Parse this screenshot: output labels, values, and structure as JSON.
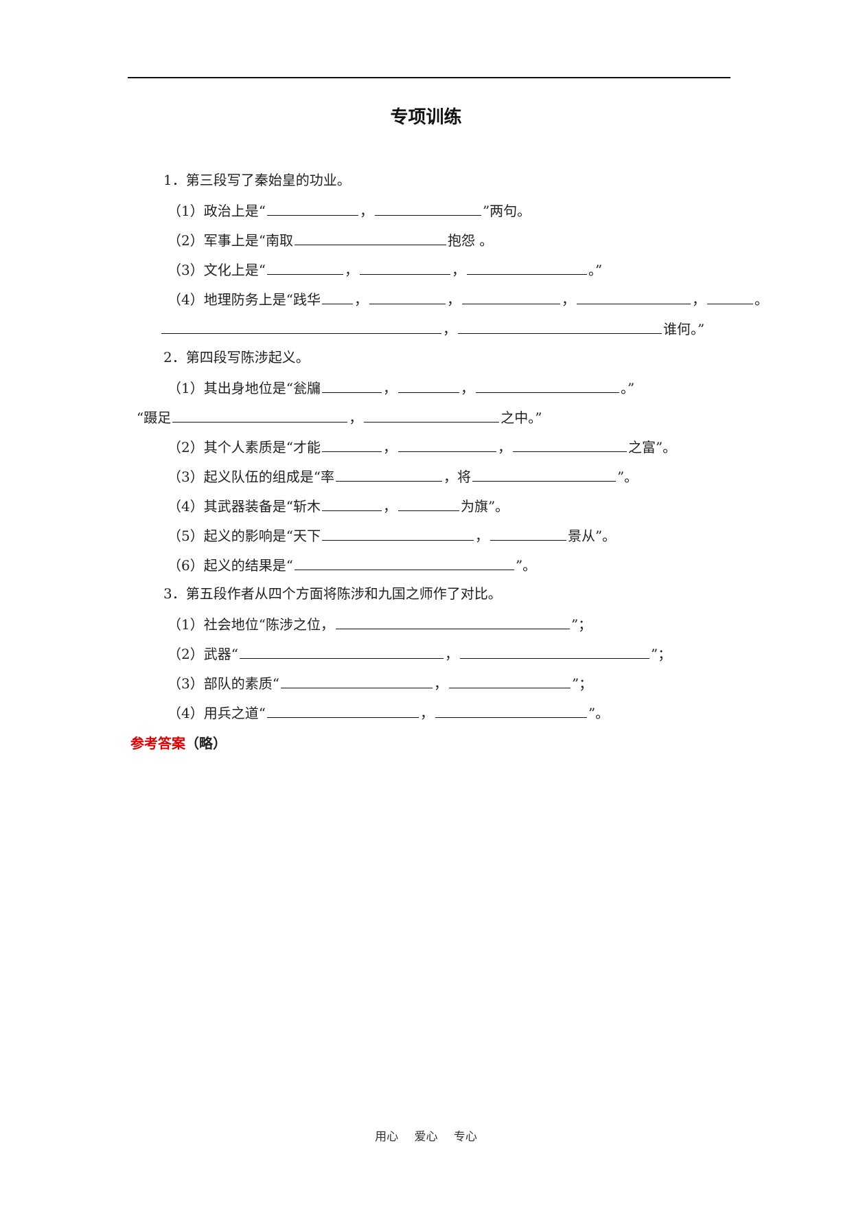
{
  "title": "专项训练",
  "lines": [
    {
      "id": "q1",
      "parts": [
        "1．第三段写了秦始皇的功业。"
      ]
    },
    {
      "id": "q1-1",
      "parts": [
        "（1）政治上是“",
        "，",
        "”两句。"
      ]
    },
    {
      "id": "q1-2",
      "parts": [
        "（2）军事上是“南取",
        "抱怨 。"
      ]
    },
    {
      "id": "q1-3",
      "parts": [
        "（3）文化上是“",
        "，",
        "，",
        "。”"
      ]
    },
    {
      "id": "q1-4",
      "parts": [
        "（4）地理防务上是“践华",
        "，",
        "，",
        "，",
        "，",
        "。"
      ]
    },
    {
      "id": "q1-4-cont",
      "parts": [
        "",
        "，",
        "谁何。”"
      ]
    },
    {
      "id": "q2",
      "parts": [
        "2．第四段写陈涉起义。"
      ]
    },
    {
      "id": "q2-1",
      "parts": [
        "（1）其出身地位是“瓮牖",
        "，",
        "，",
        "。”"
      ]
    },
    {
      "id": "q2-1-cont",
      "parts": [
        "“蹑足",
        "，",
        "之中。”"
      ]
    },
    {
      "id": "q2-2",
      "parts": [
        "（2）其个人素质是“才能",
        "，",
        "，",
        "之富”。"
      ]
    },
    {
      "id": "q2-3",
      "parts": [
        "（3）起义队伍的组成是“率",
        "，将",
        "”。"
      ]
    },
    {
      "id": "q2-4",
      "parts": [
        "（4）其武器装备是“斩木",
        "，",
        "为旗”。"
      ]
    },
    {
      "id": "q2-5",
      "parts": [
        "（5）起义的影响是“天下",
        "，",
        "景从”。"
      ]
    },
    {
      "id": "q2-6",
      "parts": [
        "（6）起义的结果是“",
        "”。"
      ]
    },
    {
      "id": "q3",
      "parts": [
        "3．第五段作者从四个方面将陈涉和九国之师作了对比。"
      ]
    },
    {
      "id": "q3-1",
      "parts": [
        "（1）社会地位“陈涉之位，",
        "”；"
      ]
    },
    {
      "id": "q3-2",
      "parts": [
        "（2）武器“",
        "，",
        "”；"
      ]
    },
    {
      "id": "q3-3",
      "parts": [
        "（3）部队的素质“",
        "，",
        "”；"
      ]
    },
    {
      "id": "q3-4",
      "parts": [
        "（4）用兵之道“",
        "，",
        "”。"
      ]
    }
  ],
  "answer": {
    "label": "参考答案",
    "note": "（略）"
  },
  "footer": "用心 爱心 专心",
  "colors": {
    "answer_label": "#e00000"
  }
}
